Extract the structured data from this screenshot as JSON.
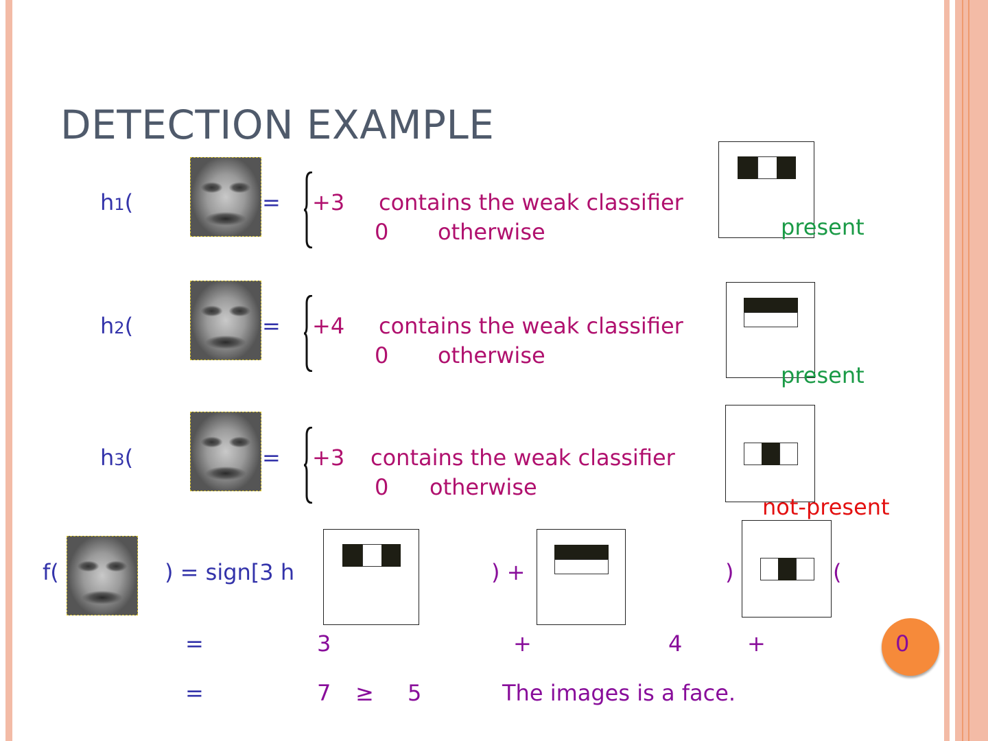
{
  "slide": {
    "title": "DETECTION EXAMPLE",
    "page_number": "0"
  },
  "rows": [
    {
      "label_h": "h",
      "label_sub": "1",
      "label_paren": "(",
      "eq": "=",
      "value": "+3",
      "text": "contains the weak classifier",
      "zero": "0",
      "otherwise": "otherwise",
      "status": "present",
      "status_color": "#1a9a46",
      "feature_icon": "two-rectangle-horizontal-edge"
    },
    {
      "label_h": "h",
      "label_sub": "2",
      "label_paren": "(",
      "eq": "=",
      "value": "+4",
      "text": "contains the weak classifier",
      "zero": "0",
      "otherwise": "otherwise",
      "status": "present",
      "status_color": "#1a9a46",
      "feature_icon": "two-rectangle-vertical-edge"
    },
    {
      "label_h": "h",
      "label_sub": "3",
      "label_paren": "(",
      "eq": "=",
      "value": "+3",
      "text": "contains the weak classifier",
      "zero": "0",
      "otherwise": "otherwise",
      "status": "not-present",
      "status_color": "#e31010",
      "feature_icon": "three-rectangle-line"
    }
  ],
  "combination": {
    "f_open": "f(",
    "eq_sign": ") =  sign[3 h",
    "plus1": ") +",
    "close2": ")",
    "open3": "("
  },
  "sum_line": {
    "eq": "=",
    "v1": "3",
    "plus1": "+",
    "v2": "4",
    "plus2": "+"
  },
  "result_line": {
    "eq": "=",
    "v": "7",
    "geq": "≥",
    "threshold": "5",
    "conclusion": "The images is a face."
  },
  "colors": {
    "title": "#4f5a6b",
    "label": "#3333aa",
    "formula": "#b0106e",
    "result": "#880d9a",
    "present": "#1a9a46",
    "not_present": "#e31010",
    "badge": "#f68a3a",
    "border": "#f3bba6"
  }
}
